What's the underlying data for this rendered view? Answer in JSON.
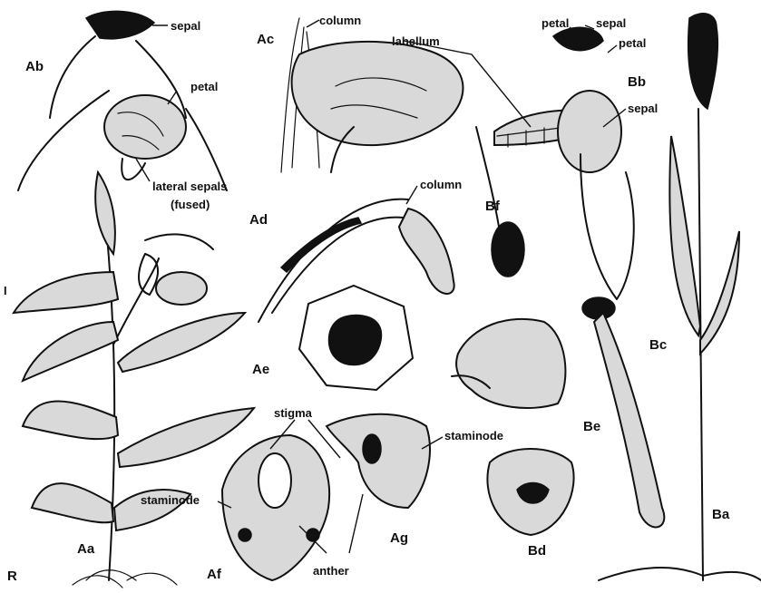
{
  "parts": {
    "sepal_top": "sepal",
    "column_top": "column",
    "labellum": "labellum",
    "petal_left": "petal",
    "sepal_right_top": "sepal",
    "petal_right": "petal",
    "sepal_right": "sepal",
    "petal_ab": "petal",
    "lateral_sepals_1": "lateral sepals",
    "lateral_sepals_2": "(fused)",
    "column_ad": "column",
    "stigma": "stigma",
    "staminode_right": "staminode",
    "staminode_left": "staminode",
    "anther": "anther"
  },
  "figures": {
    "Ab": "Ab",
    "Ac": "Ac",
    "Bb": "Bb",
    "Bf": "Bf",
    "Ad": "Ad",
    "Ae": "Ae",
    "Bc": "Bc",
    "Be": "Be",
    "Aa": "Aa",
    "Af": "Af",
    "Ag": "Ag",
    "Bd": "Bd",
    "Ba": "Ba"
  },
  "margin_mark": "I",
  "monogram": "R"
}
